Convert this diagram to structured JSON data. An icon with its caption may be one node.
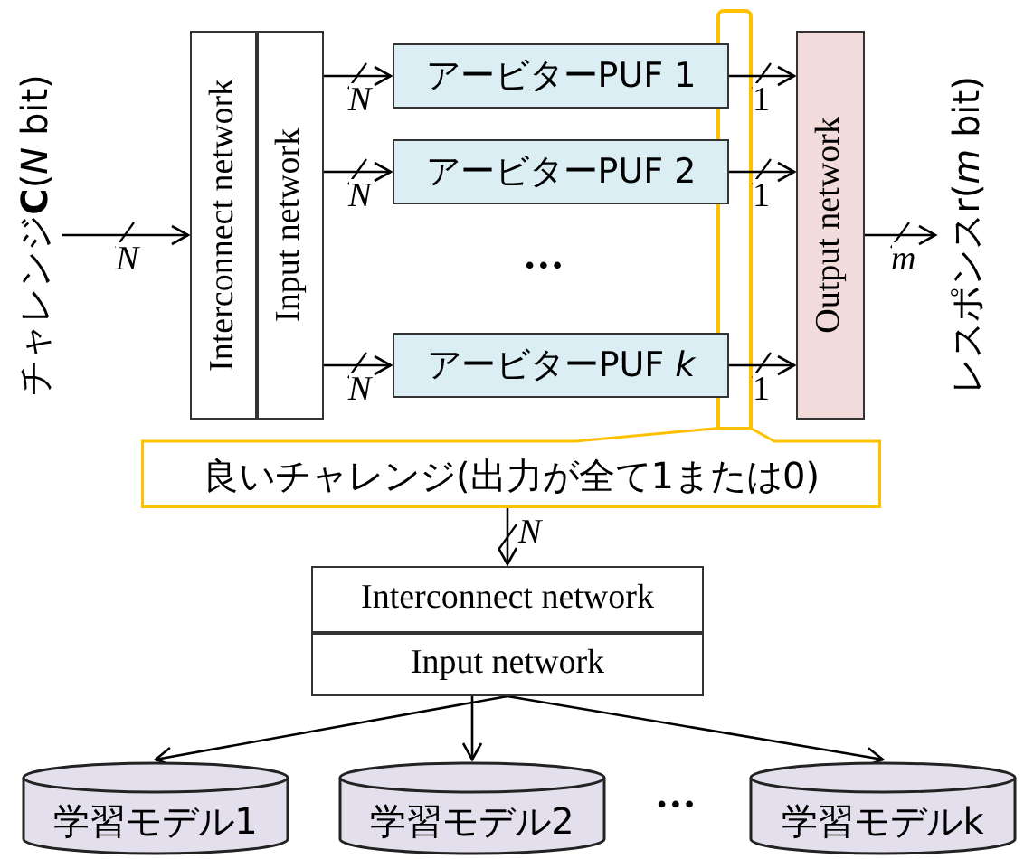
{
  "diagram": {
    "nodes": [
      {
        "text": [
          "チャレンジ**C**(*N* bit)"
        ]
      },
      {
        "text": [
          "Interconnect network"
        ]
      },
      {
        "text": [
          "Input network"
        ]
      },
      {
        "text": [
          "アービターPUF 1"
        ]
      },
      {
        "text": [
          "アービターPUF 2"
        ]
      },
      {
        "text": [
          "アービターPUF *k*"
        ]
      },
      {
        "text": [
          "Output network"
        ]
      },
      {
        "text": [
          "レスポンスr(*m* bit)"
        ]
      },
      {
        "text": [
          "良いチャレンジ(出力が全て1または0)"
        ]
      },
      {
        "text": [
          "Interconnect network"
        ]
      },
      {
        "text": [
          "Input network"
        ]
      },
      {
        "text": [
          "学習モデル1"
        ]
      },
      {
        "text": [
          "学習モデル2"
        ]
      },
      {
        "text": [
          "学習モデルk"
        ]
      }
    ],
    "edges": [
      {
        "from": 0,
        "to": 1,
        "arrow": "to",
        "label": "*N*"
      },
      {
        "from": 2,
        "to": 3,
        "arrow": "to",
        "label": "*N*"
      },
      {
        "from": 2,
        "to": 4,
        "arrow": "to",
        "label": "*N*"
      },
      {
        "from": 2,
        "to": 5,
        "arrow": "to",
        "label": "*N*"
      },
      {
        "from": 3,
        "to": 6,
        "arrow": "to",
        "label": "1"
      },
      {
        "from": 4,
        "to": 6,
        "arrow": "to",
        "label": "1"
      },
      {
        "from": 5,
        "to": 6,
        "arrow": "to",
        "label": "1"
      },
      {
        "from": 6,
        "to": 7,
        "arrow": "to",
        "label": "*m*"
      },
      {
        "from": 8,
        "to": 9,
        "arrow": "to",
        "label": "*N*"
      },
      {
        "from": 10,
        "to": 11,
        "arrow": "to"
      },
      {
        "from": 10,
        "to": 12,
        "arrow": "to"
      },
      {
        "from": 10,
        "to": 13,
        "arrow": "to"
      }
    ],
    "labels": [
      "•••",
      "•••"
    ]
  }
}
